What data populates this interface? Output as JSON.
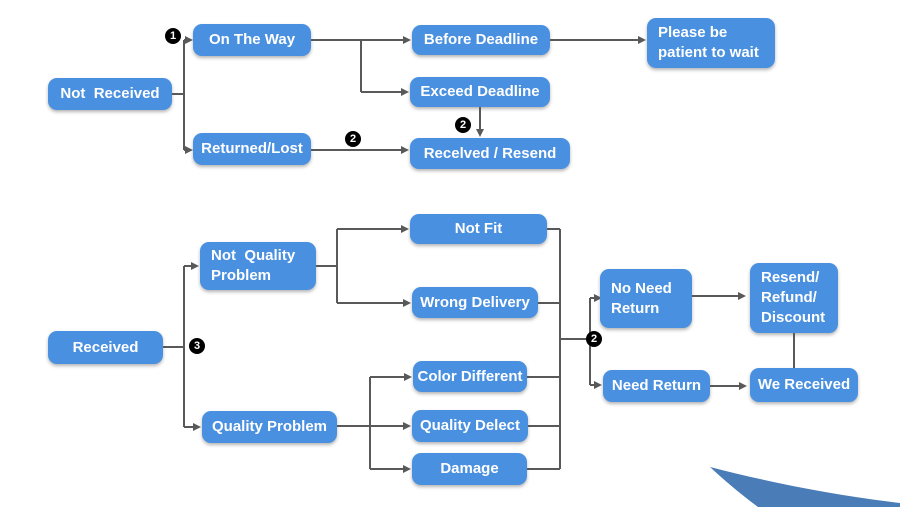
{
  "diagram": {
    "nodes": {
      "not_received": {
        "label": "Not  Received"
      },
      "on_the_way": {
        "label": "On The Way"
      },
      "returned_lost": {
        "label": "Returned/Lost"
      },
      "before_deadline": {
        "label": "Before Deadline"
      },
      "exceed_deadline": {
        "label": "Exceed Deadline"
      },
      "received_resend": {
        "label": "Recelved / Resend"
      },
      "please_wait": {
        "label": "Please be\npatient to wait"
      },
      "received": {
        "label": "Received"
      },
      "not_quality_problem": {
        "label": "Not  Quality\nProblem"
      },
      "quality_problem": {
        "label": "Quality Problem"
      },
      "not_fit": {
        "label": "Not Fit"
      },
      "wrong_delivery": {
        "label": "Wrong Delivery"
      },
      "color_different": {
        "label": "Color Different"
      },
      "quality_delect": {
        "label": "Quality Delect"
      },
      "damage": {
        "label": "Damage"
      },
      "no_need_return": {
        "label": "No Need\nReturn"
      },
      "resend_refund_discount": {
        "label": "Resend/\nRefund/\nDiscount"
      },
      "need_return": {
        "label": "Need Return"
      },
      "we_received": {
        "label": "We Received"
      }
    },
    "markers": {
      "one": "1",
      "two": "2",
      "three": "3"
    },
    "colors": {
      "node_fill": "#4a90e0",
      "node_text": "#ffffff",
      "connector": "#595959",
      "marker_bg": "#000000",
      "marker_text": "#ffffff",
      "swoosh": "#4a7cb8",
      "canvas_bg": "#ffffff"
    }
  }
}
